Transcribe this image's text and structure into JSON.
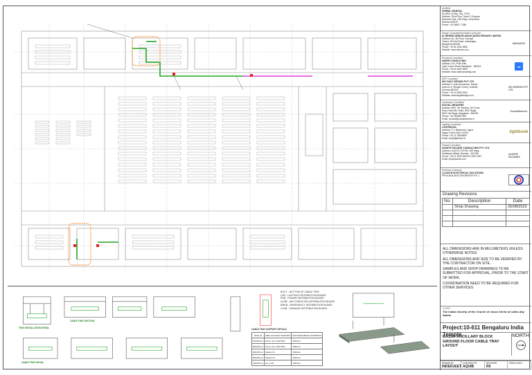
{
  "title_block": {
    "consultants": [
      {
        "role": "Architect",
        "firm": "SHIMAL MANGAL",
        "lines": [
          "(M.ARCH (USA), RIA, FOS)",
          "Address: Third Floor, Tower 3, Express",
          "Business Park, LBS Marg, Kurla West,",
          "Mumbai 400070",
          "Phone: +91 9869 7 7089"
        ],
        "logo": ""
      },
      {
        "role": "Design Consultant/Specialist Contractor",
        "firm": "M. BEHRE DESIGN ASSOCIATES PRIVATE LIMITED",
        "lines": [
          "Address: A2, 4th Floor, Invenger",
          "Towers, 80 Feet Road, Indiranagar,",
          "Bangalore 560038",
          "Phone: +91 80 4153 9835",
          "Website: www.mbehre.com"
        ],
        "logo": "MADARCH"
      },
      {
        "role": "Structural Consultant",
        "firm": "NADRI CONSULTING",
        "lines": [
          "Address: #12, Pride Elite,",
          "Lady Curzon Road, Bangalore - 560001",
          "Phone: +91 80 4062 9600",
          "Website: www.nadriconsulting.com"
        ],
        "logo": "nd"
      },
      {
        "role": "MEP Consultant",
        "firm": "ISG GULF DESIGN PVT LTD",
        "lines": [
          "Address: F, Arsh Buncalows, Temple",
          "Avenue re, Shrajan Colony, Gokhale,",
          "Chennai 600018",
          "Phone: +91 44 4359 5340",
          "Website: www.ifsgulfdesign.com"
        ],
        "logo": "ISG DESIGN PVT LTD"
      },
      {
        "role": "Landscape Consultant",
        "firm": "SOCIAL WEAVERS",
        "lines": [
          "Address: 88/9, 7th Gardens, 3rd Cross",
          "Road, New BEL Road, RMV Nagar,",
          "RMV 2nd Stage, Bangalore - 560094",
          "Phone: +91 9845397963",
          "Email: contact@socialweavers.in"
        ],
        "logo": "SocialWeavers"
      },
      {
        "role": "Lighting Consultant",
        "firm": "LIGHTBOOK",
        "lines": [
          "Address: F-1, Basement, Lajpat",
          "Nagar II New Delhi 110024",
          "Phone: +91 11 29843899",
          "Email: info@lightbook.in"
        ],
        "logo": "lightbook"
      },
      {
        "role": "Facade Consultant",
        "firm": "AVANTE FACADE CONSULTING PVT LTD",
        "lines": [
          "Address: B-6/214, KVFOR, LBS Marg,",
          "Ghatkopar (West), Mumbai - 400 086",
          "Phone: +91 22 2549 8400/22 2592 3287",
          "Email: info@avante.com"
        ],
        "logo": "AVANTE FACADES"
      },
      {
        "role": "Electrical Contractor",
        "firm": "CLASS B ELECTRICAL SOLUTIONS",
        "lines": [
          "PRIYA BUILDING ENGINEERS PVT. L"
        ],
        "logo": "PE"
      }
    ],
    "revisions": {
      "heading": "Drawing Revisions",
      "columns": [
        "No.",
        "Description",
        "Date"
      ],
      "rows": [
        {
          "no": "",
          "description": "Shop Drawing",
          "date": "25/08/2023"
        },
        {
          "no": "",
          "description": "",
          "date": ""
        },
        {
          "no": "",
          "description": "",
          "date": ""
        },
        {
          "no": "",
          "description": "",
          "date": ""
        }
      ]
    },
    "notes": [
      "ALL DIMENSIONS ARE IN MILLIMETERS UNLESS OTHERWISE NOTED.",
      "ALL DIMENSIONS AND SIZE TO BE VERIFIED BY THE CONTRACTOR ON SITE.",
      "SAMPLES AND SHOP DRAWINGS TO BE SUBMITTED FOR APPROVAL, PRIOR TO THE START OF WORK.",
      "COORDINATION NEED TO BE REQUIRED FOR OTHER SERVICES"
    ],
    "client_label": "CLIENT",
    "client": "The Indian Society of the Church of Jesus Christ of Latter-day Saints",
    "project": "Project:10-611  Bengaluru India Temple",
    "drawing_title": "EA150- ANCILLARY BLOCK GROUND FLOOR  CABLE TRAY LAYOUT",
    "north_label": "NORTH",
    "footer": [
      {
        "label": "DRAWN BY",
        "value": "INDERJEET"
      },
      {
        "label": "CHECKED BY",
        "value": "AQUIB"
      },
      {
        "label": "REVISION",
        "value": "R0"
      },
      {
        "label": "ISSUE DATE",
        "value": ""
      }
    ]
  },
  "legend": [
    "BOCT  -  BOTTOM OF CABLE TRAY",
    "LDB   -  LIGHTING DISTRIBUTION BOARD",
    "PDB   -  POWER DISTRIBUTION BOARD",
    "ACDB  -  AIR CONDITION DISTRIBUTION BOARD",
    "EMDB  -  EMERGENCY DISTRIBUTION BOARD",
    "LCDB  -  SIGNAGE DISTRIBUTION BOARD"
  ],
  "support_table": {
    "caption": "CABLE TRAY SUPPORT DETAILS",
    "columns": [
      "TRAY W",
      "SIZE OF RODS SUPPORT",
      "DISTANCE BETW SUPPORTS"
    ],
    "rows": [
      [
        "150x50mm",
        "10mm ALL THR ROD",
        "1500mm"
      ],
      [
        "300x50mm",
        "10mm ALL THR ROD",
        "1500mm"
      ],
      [
        "450x50mm",
        "Slotted Ch.",
        "1500mm"
      ],
      [
        "600x50mm",
        "Slotted Ch.",
        "1500mm"
      ],
      [
        "750x50mm",
        "ALL THR",
        "1500mm"
      ]
    ]
  },
  "detail_captions": [
    "TRAY INSTALLATION DETAIL",
    "CABLE TRAY SECTION",
    "CABLE TRAY DETAIL"
  ],
  "colors": {
    "tray_green": "#21a421",
    "tray_magenta": "#e040e0",
    "highlight_orange": "#ff7a00",
    "plan_gray": "#7a7a7a"
  }
}
